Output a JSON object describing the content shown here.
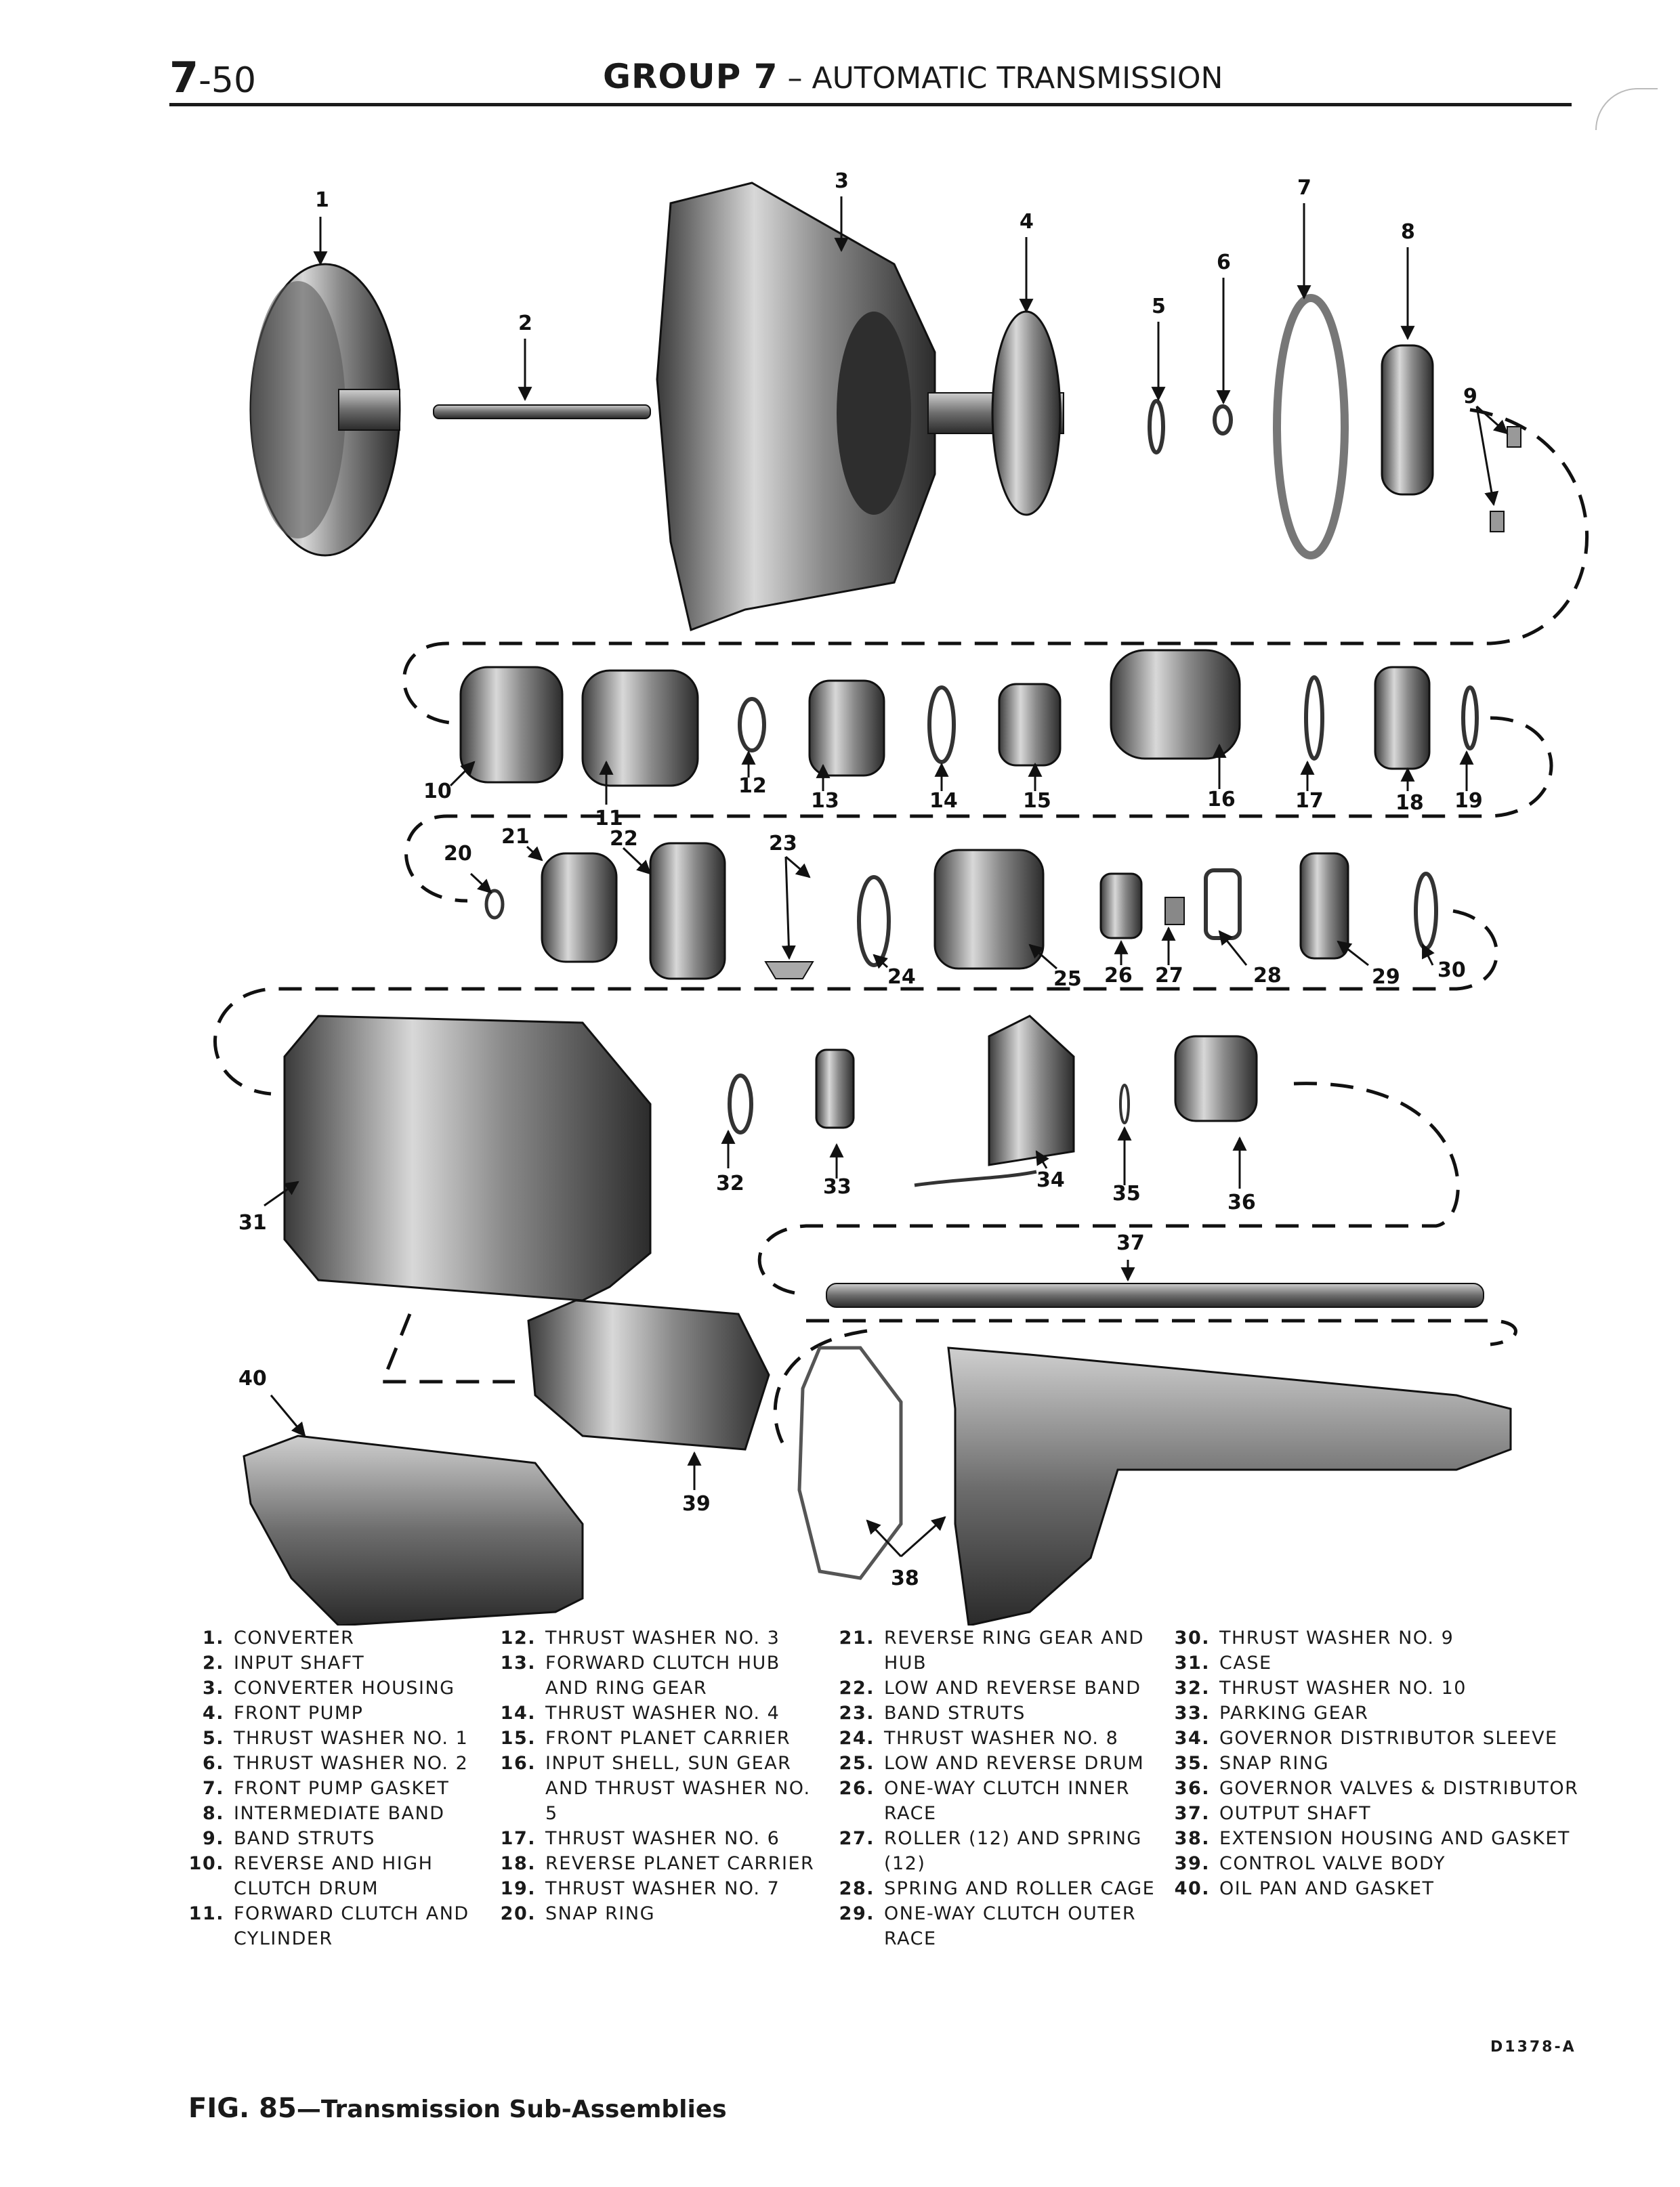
{
  "header": {
    "page_number": "7",
    "page_suffix": "-50",
    "group": "GROUP 7",
    "group_subtitle": " – AUTOMATIC TRANSMISSION"
  },
  "callouts": [
    "1",
    "2",
    "3",
    "4",
    "5",
    "6",
    "7",
    "8",
    "9",
    "10",
    "11",
    "12",
    "13",
    "14",
    "15",
    "16",
    "17",
    "18",
    "19",
    "20",
    "21",
    "22",
    "23",
    "24",
    "25",
    "26",
    "27",
    "28",
    "29",
    "30",
    "31",
    "32",
    "33",
    "34",
    "35",
    "36",
    "37",
    "38",
    "39",
    "40"
  ],
  "legend": {
    "col1": [
      {
        "n": "1.",
        "t": "CONVERTER"
      },
      {
        "n": "2.",
        "t": "INPUT SHAFT"
      },
      {
        "n": "3.",
        "t": "CONVERTER HOUSING"
      },
      {
        "n": "4.",
        "t": "FRONT PUMP"
      },
      {
        "n": "5.",
        "t": "THRUST WASHER NO. 1"
      },
      {
        "n": "6.",
        "t": "THRUST WASHER NO. 2"
      },
      {
        "n": "7.",
        "t": "FRONT PUMP GASKET"
      },
      {
        "n": "8.",
        "t": "INTERMEDIATE BAND"
      },
      {
        "n": "9.",
        "t": "BAND STRUTS"
      },
      {
        "n": "10.",
        "t": "REVERSE AND HIGH CLUTCH DRUM"
      },
      {
        "n": "11.",
        "t": "FORWARD CLUTCH AND CYLINDER"
      }
    ],
    "col2": [
      {
        "n": "12.",
        "t": "THRUST WASHER NO. 3"
      },
      {
        "n": "13.",
        "t": "FORWARD CLUTCH HUB AND RING GEAR"
      },
      {
        "n": "14.",
        "t": "THRUST WASHER NO. 4"
      },
      {
        "n": "15.",
        "t": "FRONT PLANET CARRIER"
      },
      {
        "n": "16.",
        "t": "INPUT SHELL, SUN GEAR AND THRUST WASHER NO. 5"
      },
      {
        "n": "17.",
        "t": "THRUST WASHER NO. 6"
      },
      {
        "n": "18.",
        "t": "REVERSE PLANET CARRIER"
      },
      {
        "n": "19.",
        "t": "THRUST WASHER NO. 7"
      },
      {
        "n": "20.",
        "t": "SNAP RING"
      }
    ],
    "col3": [
      {
        "n": "21.",
        "t": "REVERSE RING GEAR AND HUB"
      },
      {
        "n": "22.",
        "t": "LOW AND REVERSE BAND"
      },
      {
        "n": "23.",
        "t": "BAND STRUTS"
      },
      {
        "n": "24.",
        "t": "THRUST WASHER NO. 8"
      },
      {
        "n": "25.",
        "t": "LOW AND REVERSE DRUM"
      },
      {
        "n": "26.",
        "t": "ONE-WAY CLUTCH INNER RACE"
      },
      {
        "n": "27.",
        "t": "ROLLER (12) AND SPRING (12)"
      },
      {
        "n": "28.",
        "t": "SPRING AND ROLLER CAGE"
      },
      {
        "n": "29.",
        "t": "ONE-WAY CLUTCH OUTER RACE"
      }
    ],
    "col4": [
      {
        "n": "30.",
        "t": "THRUST WASHER NO. 9"
      },
      {
        "n": "31.",
        "t": "CASE"
      },
      {
        "n": "32.",
        "t": "THRUST WASHER NO. 10"
      },
      {
        "n": "33.",
        "t": "PARKING GEAR"
      },
      {
        "n": "34.",
        "t": "GOVERNOR DISTRIBUTOR SLEEVE"
      },
      {
        "n": "35.",
        "t": "SNAP RING"
      },
      {
        "n": "36.",
        "t": "GOVERNOR VALVES & DISTRIBUTOR"
      },
      {
        "n": "37.",
        "t": "OUTPUT SHAFT"
      },
      {
        "n": "38.",
        "t": "EXTENSION HOUSING AND GASKET"
      },
      {
        "n": "39.",
        "t": "CONTROL VALVE BODY"
      },
      {
        "n": "40.",
        "t": "OIL PAN AND GASKET"
      }
    ]
  },
  "drawing_code": "D1378-A",
  "caption": {
    "fig": "FIG. 85",
    "text": "—Transmission Sub-Assemblies"
  }
}
